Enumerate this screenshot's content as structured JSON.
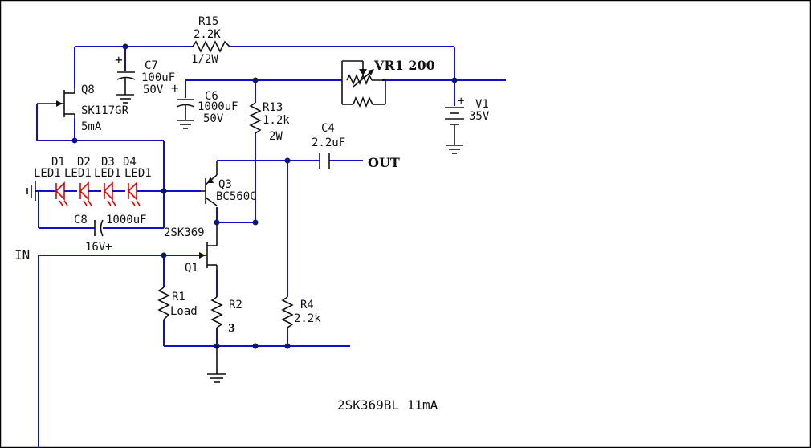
{
  "components": {
    "r15": {
      "ref": "R15",
      "value": "2.2K",
      "rating": "1/2W"
    },
    "c7": {
      "ref": "C7",
      "value": "100uF",
      "rating": "50V",
      "polarity": "+"
    },
    "vr1": {
      "label": "VR1 200"
    },
    "q8": {
      "ref": "Q8",
      "part": "SK117GR",
      "current": "5mA"
    },
    "c6": {
      "ref": "C6",
      "value": "1000uF",
      "rating": "50V",
      "polarity": "+"
    },
    "r13": {
      "ref": "R13",
      "value": "1.2k",
      "rating": "2W"
    },
    "v1": {
      "ref": "V1",
      "value": "35V",
      "polarity": "+"
    },
    "c4": {
      "ref": "C4",
      "value": "2.2uF"
    },
    "leds": [
      {
        "ref": "D1",
        "part": "LED1"
      },
      {
        "ref": "D2",
        "part": "LED1"
      },
      {
        "ref": "D3",
        "part": "LED1"
      },
      {
        "ref": "D4",
        "part": "LED1"
      }
    ],
    "q3": {
      "ref": "Q3",
      "part": "BC560C"
    },
    "c8": {
      "ref": "C8",
      "value": "1000uF",
      "rating": "16V+"
    },
    "q1": {
      "ref": "Q1",
      "part": "2SK369"
    },
    "r1": {
      "ref": "R1",
      "value": "Load"
    },
    "r2": {
      "ref": "R2",
      "value": "3"
    },
    "r4": {
      "ref": "R4",
      "value": "2.2k"
    }
  },
  "ports": {
    "input": "IN",
    "output": "OUT"
  },
  "note": "2SK369BL 11mA",
  "colors": {
    "wire": "#1010c8",
    "component": "#111111",
    "led": "#e00000",
    "node": "#0a1a6a",
    "frame": "#000000"
  }
}
